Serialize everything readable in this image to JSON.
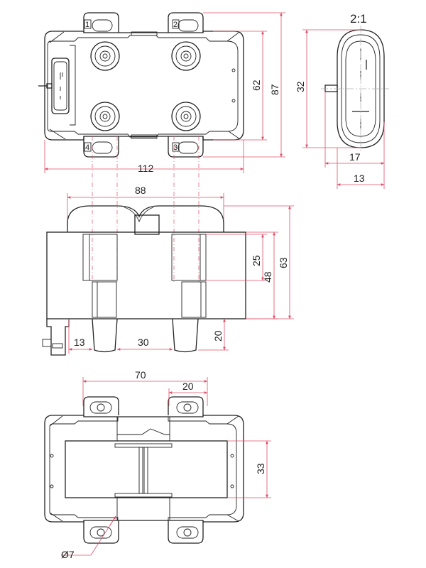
{
  "drawing": {
    "scale": "2:1",
    "dimensions": {
      "top_width": "112",
      "top_height_inner": "62",
      "top_height_outer": "87",
      "connector_height": "32",
      "connector_width": "17",
      "connector_pin": "13",
      "front_width": "88",
      "front_h1": "25",
      "front_h2": "48",
      "front_h3": "63",
      "front_pin": "20",
      "front_left": "13",
      "front_spacing": "30",
      "bottom_width": "70",
      "bottom_offset": "20",
      "bottom_height": "33",
      "hole_diameter": "Ø7"
    },
    "terminal_numbers": [
      "1",
      "2",
      "3",
      "4"
    ]
  }
}
